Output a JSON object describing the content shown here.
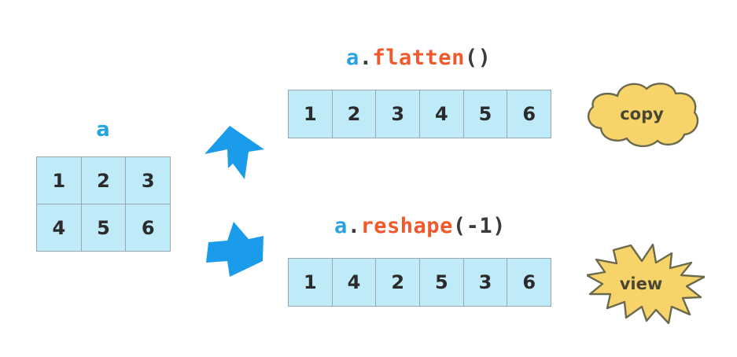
{
  "diagram": {
    "title": "a.flatten() vs a.reshape(-1)",
    "background_color": "#ffffff",
    "palette": {
      "cell_fill": "#bfeaf8",
      "cell_border": "#9aa7ad",
      "accent_blue": "#29a3e0",
      "accent_orange": "#f0592b",
      "badge_yellow": "#f7d469",
      "badge_outline": "#6b6a4e",
      "arrow_blue": "#1b9ceb",
      "digit_color": "#2b2b2b"
    }
  },
  "source": {
    "label": "a",
    "label_color": "#29a3e0",
    "shape": "2 x 3",
    "rows": [
      [
        "1",
        "2",
        "3"
      ],
      [
        "4",
        "5",
        "6"
      ]
    ]
  },
  "arrows": [
    {
      "name": "arrow-to-flatten",
      "direction": "up-right",
      "color": "#1b9ceb"
    },
    {
      "name": "arrow-to-reshape",
      "direction": "down-right",
      "color": "#1b9ceb"
    }
  ],
  "branches": [
    {
      "id": "flatten",
      "caption": {
        "variable": "a",
        "dot": ".",
        "method": "flatten",
        "args": "()"
      },
      "values": [
        "1",
        "2",
        "3",
        "4",
        "5",
        "6"
      ],
      "badge": {
        "label": "copy",
        "shape": "cloud",
        "fill": "#f7d469",
        "outline": "#6b6a4e"
      }
    },
    {
      "id": "reshape",
      "caption": {
        "variable": "a",
        "dot": ".",
        "method": "reshape",
        "args": "(-1)"
      },
      "values": [
        "1",
        "4",
        "2",
        "5",
        "3",
        "6"
      ],
      "badge": {
        "label": "view",
        "shape": "starburst",
        "fill": "#f7d469",
        "outline": "#6b6a4e"
      }
    }
  ]
}
